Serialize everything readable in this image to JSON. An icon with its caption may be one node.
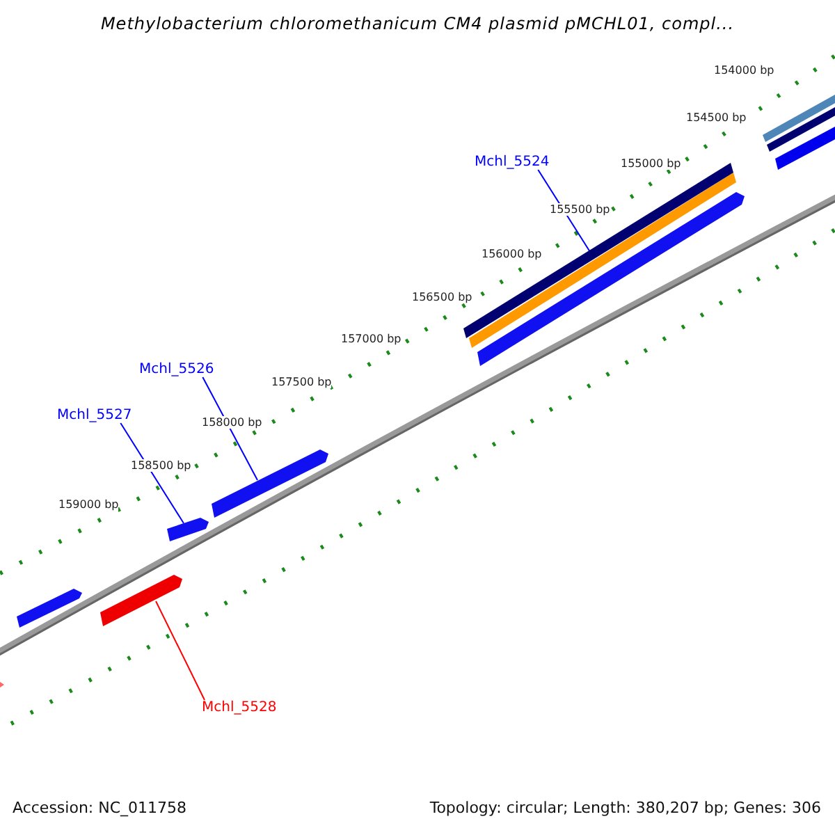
{
  "diagram": {
    "title": "Methylobacterium chloromethanicum CM4 plasmid pMCHL01, compl...",
    "nodes": [
      {
        "text": [
          "Mchl_5524"
        ]
      },
      {
        "text": [],
        "shape": "bar"
      },
      {
        "text": [
          "Mchl_5526"
        ]
      },
      {
        "text": [],
        "shape": "bar"
      },
      {
        "text": [
          "Mchl_5527"
        ]
      },
      {
        "text": [],
        "shape": "bar"
      },
      {
        "text": [
          "Mchl_5528"
        ]
      },
      {
        "text": [],
        "shape": "bar"
      }
    ],
    "edges": [
      {
        "from": 0,
        "to": 1,
        "arrow": "none"
      },
      {
        "from": 2,
        "to": 3,
        "arrow": "none"
      },
      {
        "from": 4,
        "to": 5,
        "arrow": "none"
      },
      {
        "from": 6,
        "to": 7,
        "arrow": "none",
        "color": "#ff0000"
      }
    ],
    "labels": [
      "154000 bp",
      "154500 bp",
      "155000 bp",
      "155500 bp",
      "156000 bp",
      "156500 bp",
      "157000 bp",
      "157500 bp",
      "158000 bp",
      "158500 bp",
      "159000 bp",
      "Accession: NC_011758",
      "Topology: circular; Length: 380,207 bp; Genes: 306"
    ]
  }
}
